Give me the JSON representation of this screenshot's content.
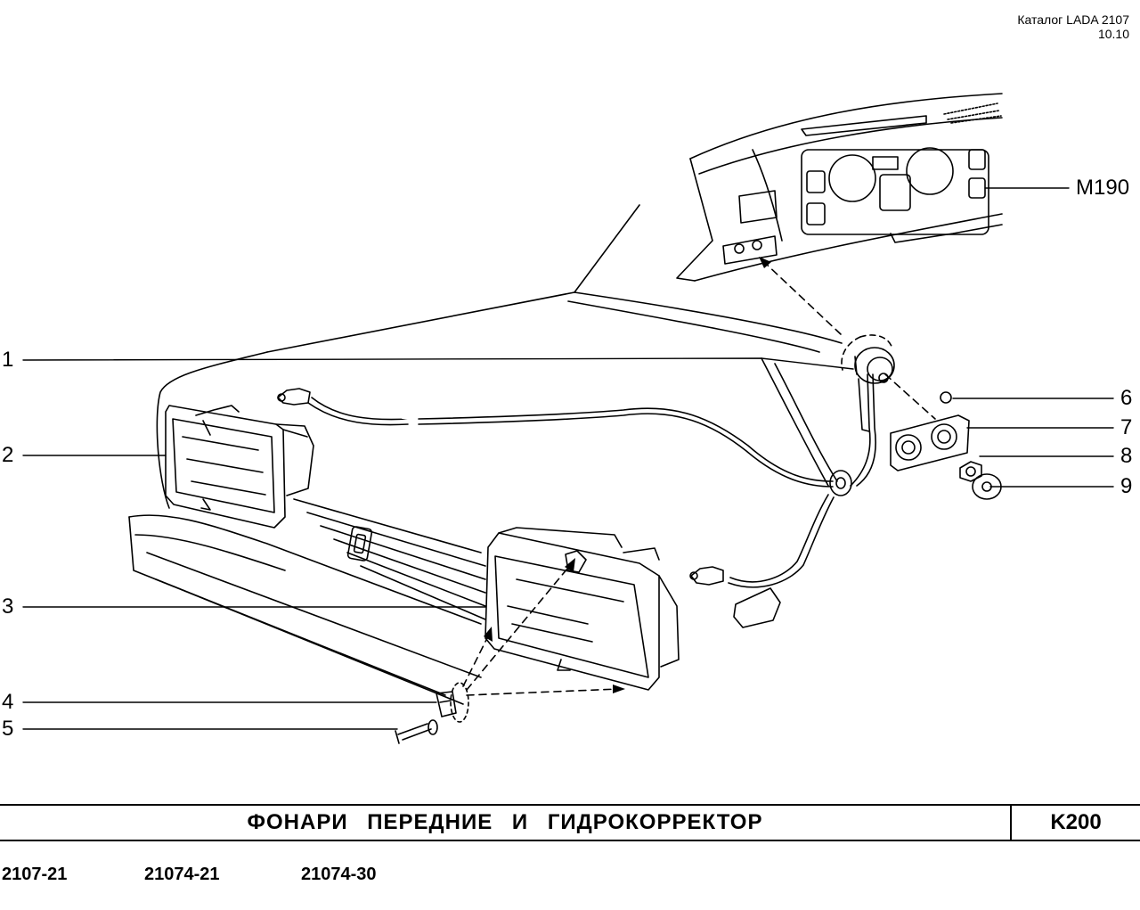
{
  "header": {
    "catalog": "Каталог LADA 2107",
    "date": "10.10"
  },
  "callouts": [
    {
      "id": "1",
      "label": "1"
    },
    {
      "id": "2",
      "label": "2"
    },
    {
      "id": "3",
      "label": "3"
    },
    {
      "id": "4",
      "label": "4"
    },
    {
      "id": "5",
      "label": "5"
    },
    {
      "id": "6",
      "label": "6"
    },
    {
      "id": "7",
      "label": "7"
    },
    {
      "id": "8",
      "label": "8"
    },
    {
      "id": "9",
      "label": "9"
    },
    {
      "id": "m190",
      "label": "M190"
    }
  ],
  "title_block": {
    "title": "ФОНАРИ ПЕРЕДНИЕ И ГИДРОКОРРЕКТОР",
    "code": "K200"
  },
  "models": [
    "2107-21",
    "21074-21",
    "21074-30"
  ]
}
